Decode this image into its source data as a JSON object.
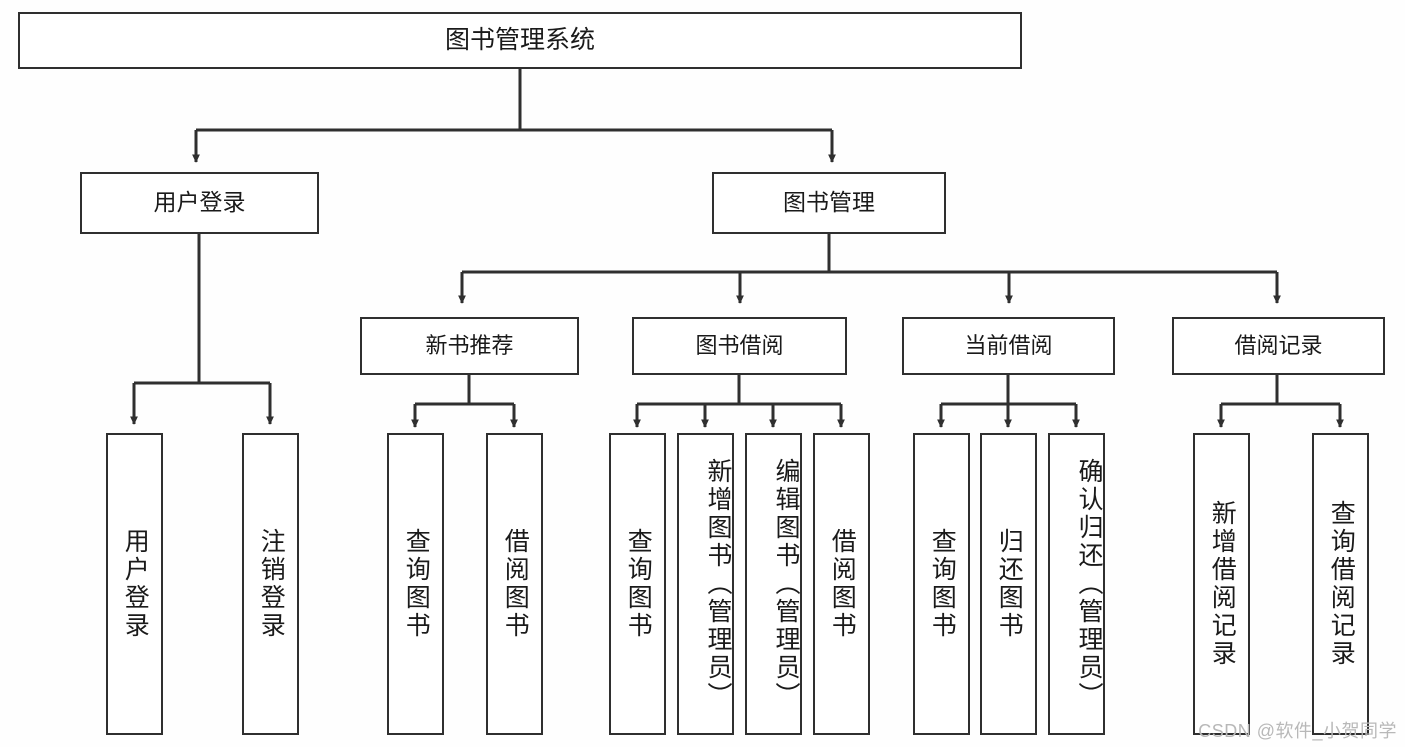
{
  "diagram": {
    "title": "图书管理系统",
    "type": "tree",
    "levels": 4,
    "colors": {
      "background": "#fefefe",
      "node_fill": "#ffffff",
      "node_stroke": "#2f2f2f",
      "edge": "#2f2f2f",
      "text": "#1a1a1a",
      "watermark": "#b8b8b8"
    }
  },
  "root": {
    "label": "图书管理系统"
  },
  "level2": [
    {
      "label": "用户登录"
    },
    {
      "label": "图书管理"
    }
  ],
  "level3": [
    {
      "label": "新书推荐"
    },
    {
      "label": "图书借阅"
    },
    {
      "label": "当前借阅"
    },
    {
      "label": "借阅记录"
    }
  ],
  "leaves": {
    "user_login": [
      {
        "label": "用户登录"
      },
      {
        "label": "注销登录"
      }
    ],
    "new_book_recommend": [
      {
        "label": "查询图书"
      },
      {
        "label": "借阅图书"
      }
    ],
    "book_borrow": [
      {
        "label": "查询图书"
      },
      {
        "label": "新增图书（管理员）"
      },
      {
        "label": "编辑图书（管理员）"
      },
      {
        "label": "借阅图书"
      }
    ],
    "current_borrow": [
      {
        "label": "查询图书"
      },
      {
        "label": "归还图书"
      },
      {
        "label": "确认归还（管理员）"
      }
    ],
    "borrow_record": [
      {
        "label": "新增借阅记录"
      },
      {
        "label": "查询借阅记录"
      }
    ]
  },
  "watermark": {
    "text": "CSDN @软件_小贺同学"
  }
}
